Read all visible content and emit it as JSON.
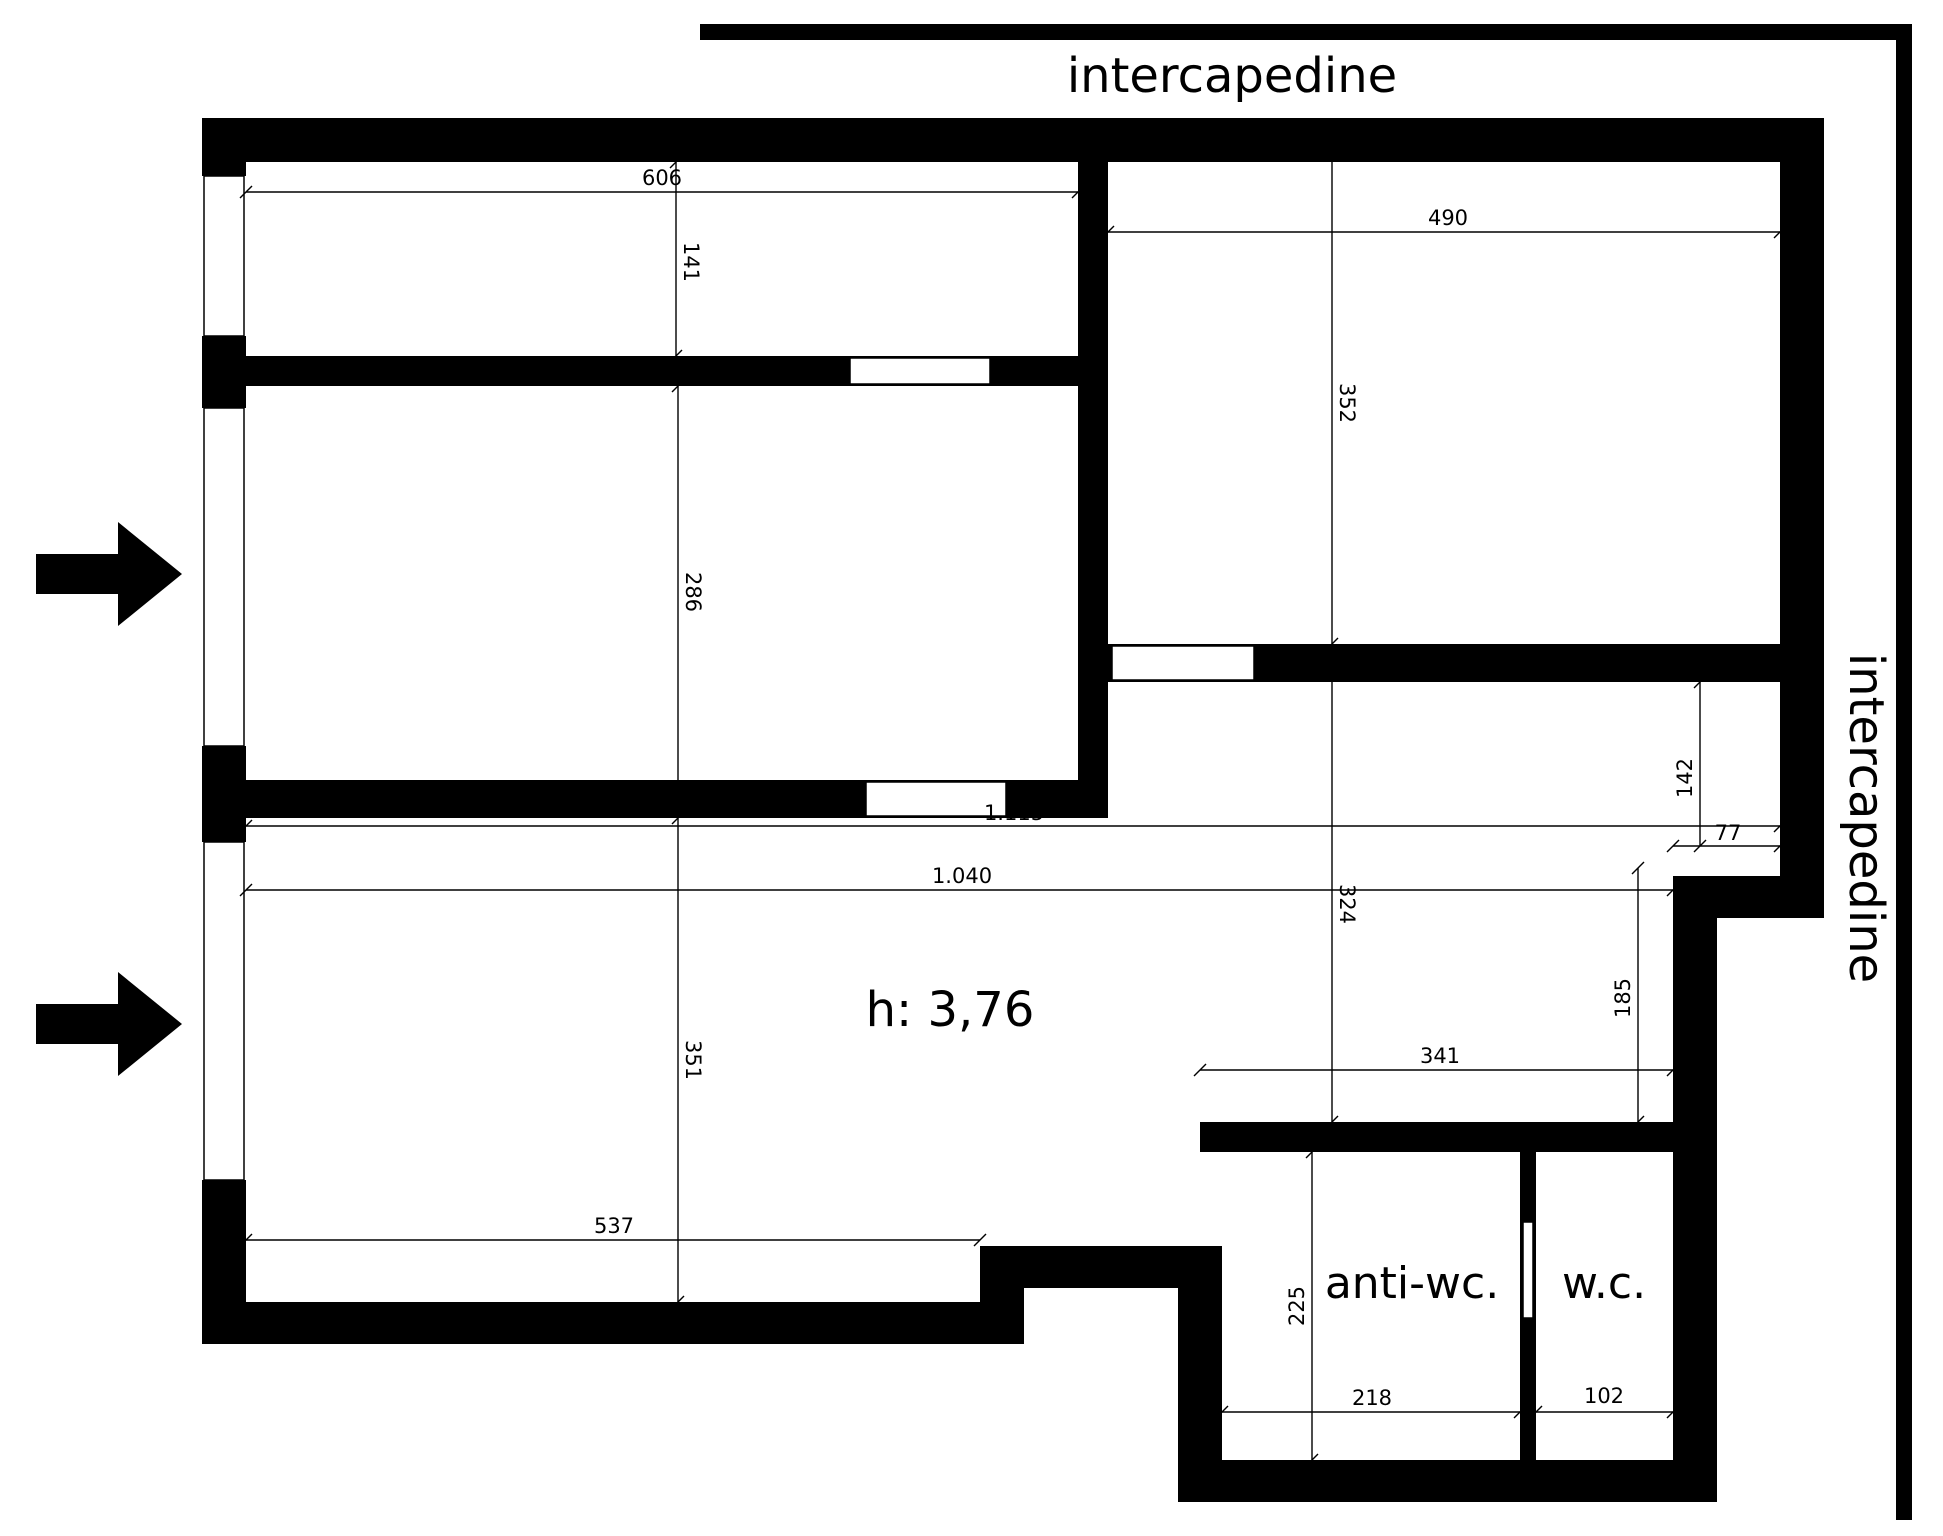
{
  "labels": {
    "intercapedine_top": "intercapedine",
    "intercapedine_right": "intercapedine",
    "height": "h: 3,76",
    "anti_wc": "anti-wc.",
    "wc": "w.c."
  },
  "dimensions": {
    "d606": "606",
    "d490": "490",
    "d141": "141",
    "d352": "352",
    "d286": "286",
    "d142": "142",
    "d1115": "1.115",
    "d77": "77",
    "d1040": "1.040",
    "d324": "324",
    "d185": "185",
    "d341": "341",
    "d351": "351",
    "d537": "537",
    "d225": "225",
    "d218": "218",
    "d102": "102"
  },
  "colors": {
    "walls": "#000000",
    "background": "#ffffff"
  },
  "icons": {
    "entry_arrow_upper": "right-arrow-icon",
    "entry_arrow_lower": "right-arrow-icon"
  }
}
